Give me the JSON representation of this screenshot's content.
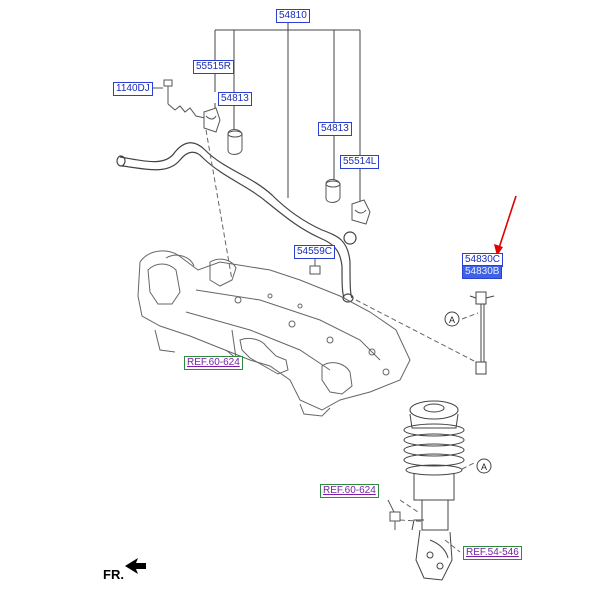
{
  "labels": {
    "p54810": "54810",
    "p55515R": "55515R",
    "p1140DJ": "1140DJ",
    "p54813_left": "54813",
    "p54813_right": "54813",
    "p55514L": "55514L",
    "p54559C": "54559C",
    "p54830C": "54830C",
    "p54830B": "54830B",
    "ref_60624_top": "REF.60-624",
    "ref_60624_bottom": "REF.60-624",
    "ref_54546": "REF.54-546",
    "callout_a1": "A",
    "callout_a2": "A",
    "front_marker": "FR."
  },
  "colors": {
    "part_text": "#1a2db8",
    "part_border": "#2b3fd0",
    "selected_fill": "#3f63e6",
    "ref_text": "#7a1fa6",
    "ref_border": "#2e8b3e",
    "arrow": "#e00000",
    "line_art": "#555555"
  }
}
